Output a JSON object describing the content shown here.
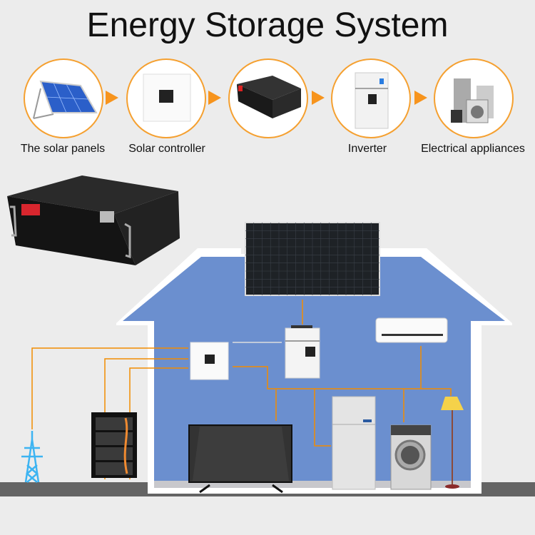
{
  "title": "Energy Storage System",
  "flow": [
    {
      "label": "The solar panels",
      "icon": "solar-panel-icon"
    },
    {
      "label": "Solar controller",
      "icon": "solar-controller-icon"
    },
    {
      "label": "",
      "icon": "battery-icon"
    },
    {
      "label": "Inverter",
      "icon": "inverter-icon"
    },
    {
      "label": "Electrical appliances",
      "icon": "appliances-icon"
    }
  ],
  "colors": {
    "accent": "#f7941d",
    "house": "#6b8fcf",
    "wire": "#f28c00",
    "tower": "#3db4f2"
  }
}
